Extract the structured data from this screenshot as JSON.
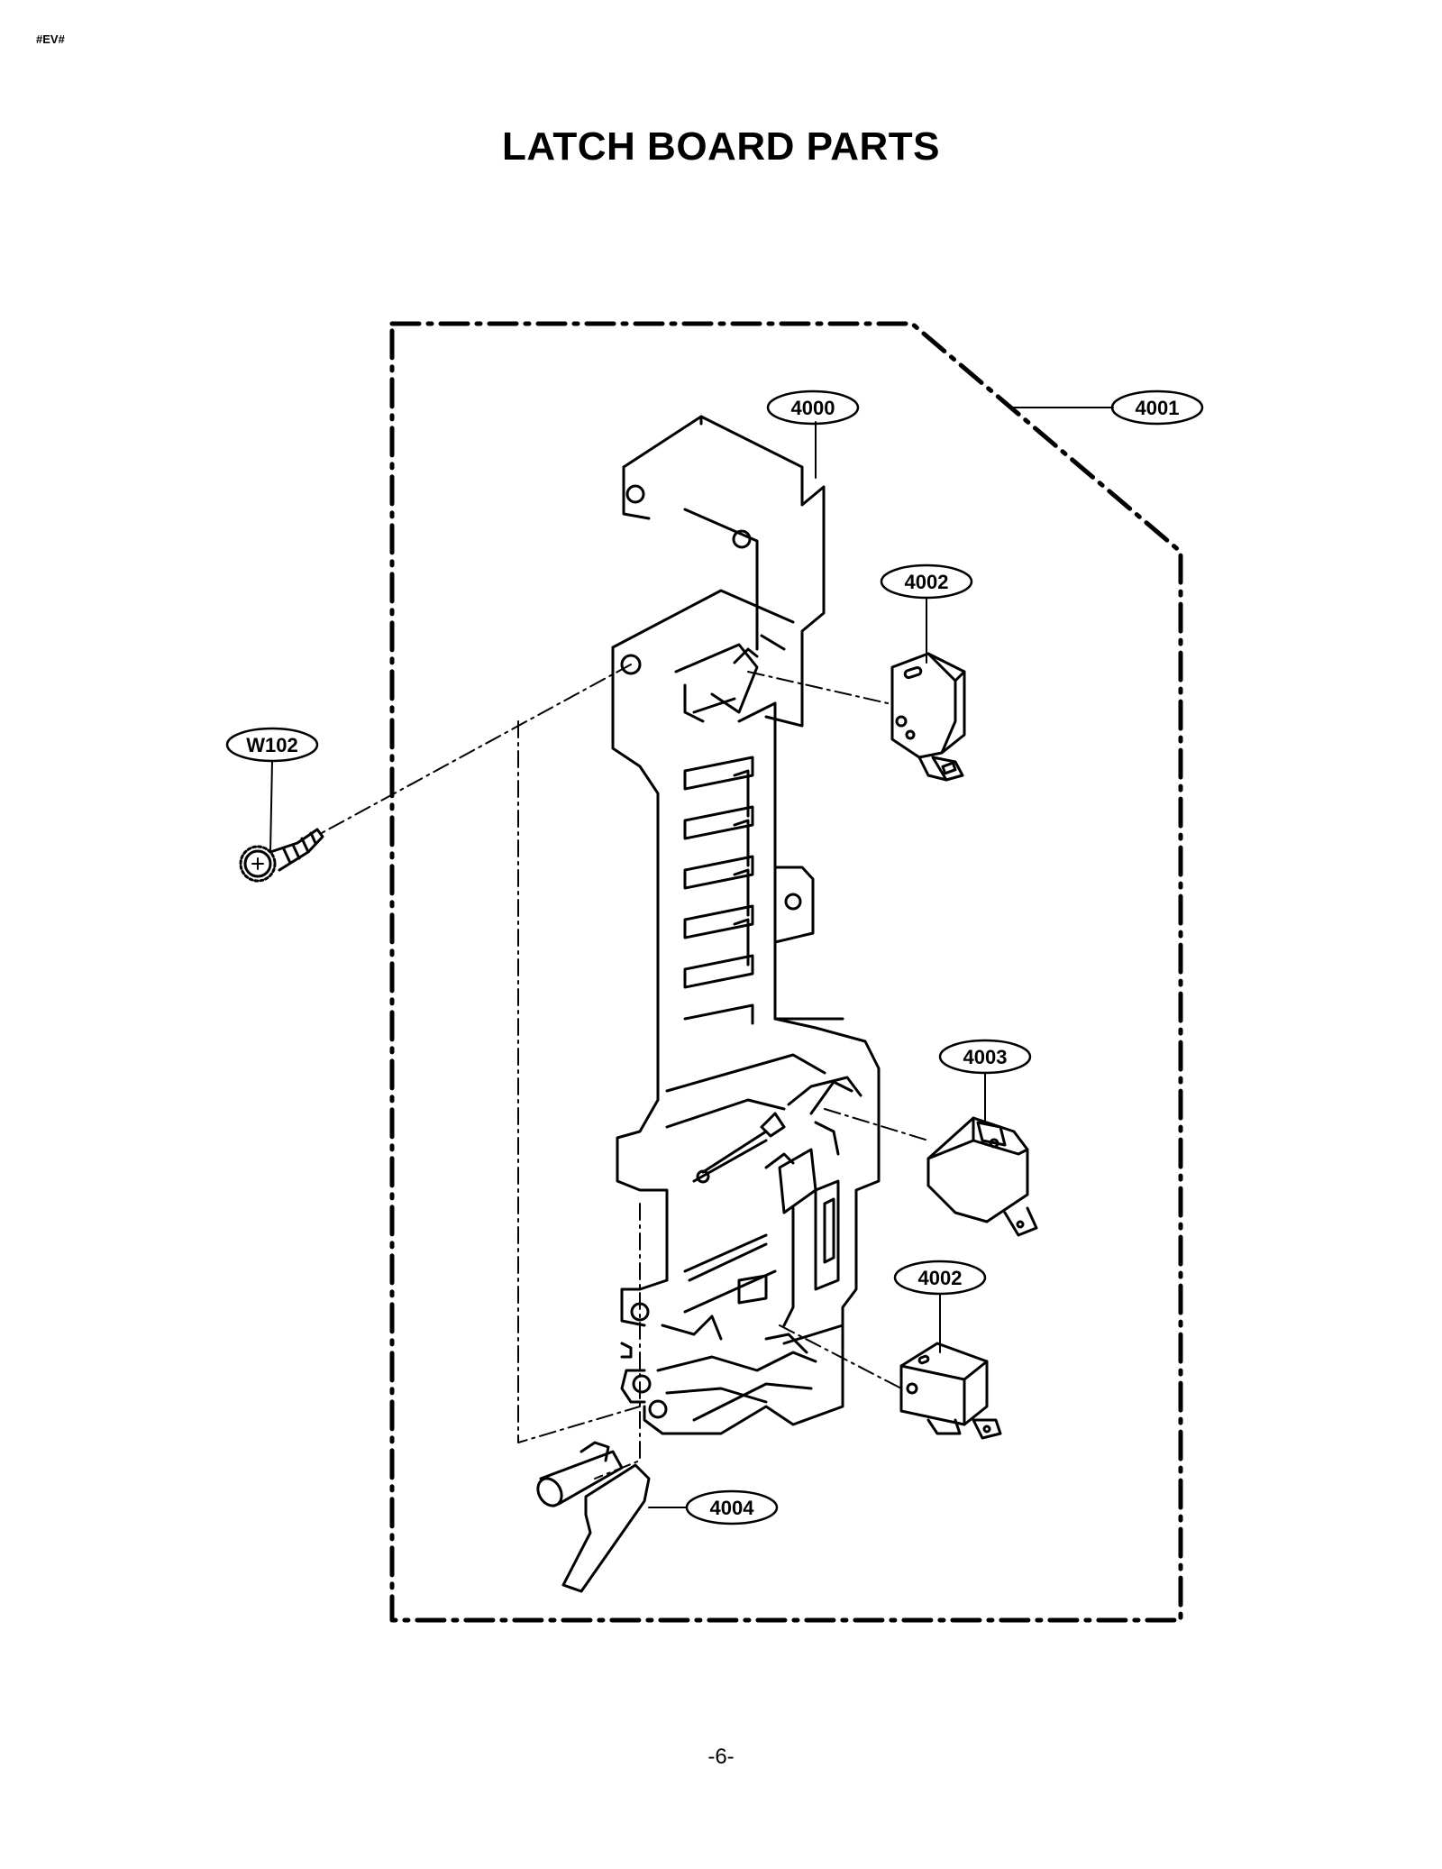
{
  "header": {
    "code": "#EV#"
  },
  "title": "LATCH BOARD PARTS",
  "callouts": {
    "latch_board": "4000",
    "latch_board_assembly": "4001",
    "switch_upper": "4002",
    "switch_middle": "4003",
    "switch_lower": "4002",
    "lever": "4004",
    "screw": "W102"
  },
  "footer": {
    "page_number": "-6-"
  }
}
